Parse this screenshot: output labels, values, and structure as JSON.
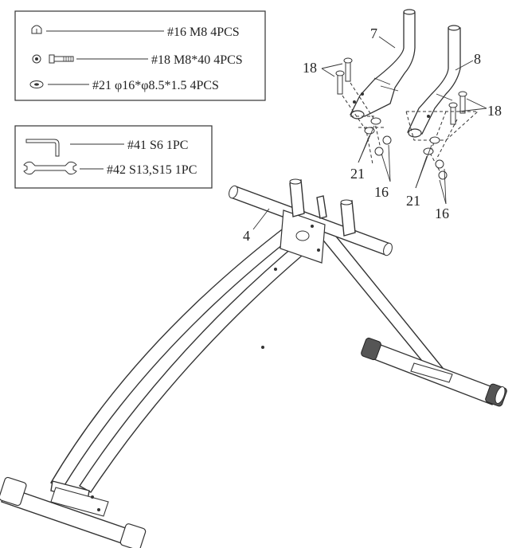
{
  "parts_box_1": {
    "rows": [
      {
        "icon": "cap-nut-icon",
        "label": "#16 M8 4PCS"
      },
      {
        "icon": "bolt-washer-icon",
        "label": "#18 M8*40 4PCS"
      },
      {
        "icon": "washer-icon",
        "label": "#21  φ16*φ8.5*1.5  4PCS"
      }
    ]
  },
  "parts_box_2": {
    "rows": [
      {
        "icon": "allen-key-icon",
        "label": "#41 S6 1PC"
      },
      {
        "icon": "wrench-icon",
        "label": "#42 S13,S15 1PC"
      }
    ]
  },
  "callouts": {
    "part_7": "7",
    "part_8": "8",
    "part_4": "4",
    "bolt_left": "18",
    "bolt_right": "18",
    "washer_left": "21",
    "washer_right": "21",
    "nut_left": "16",
    "nut_right": "16"
  }
}
